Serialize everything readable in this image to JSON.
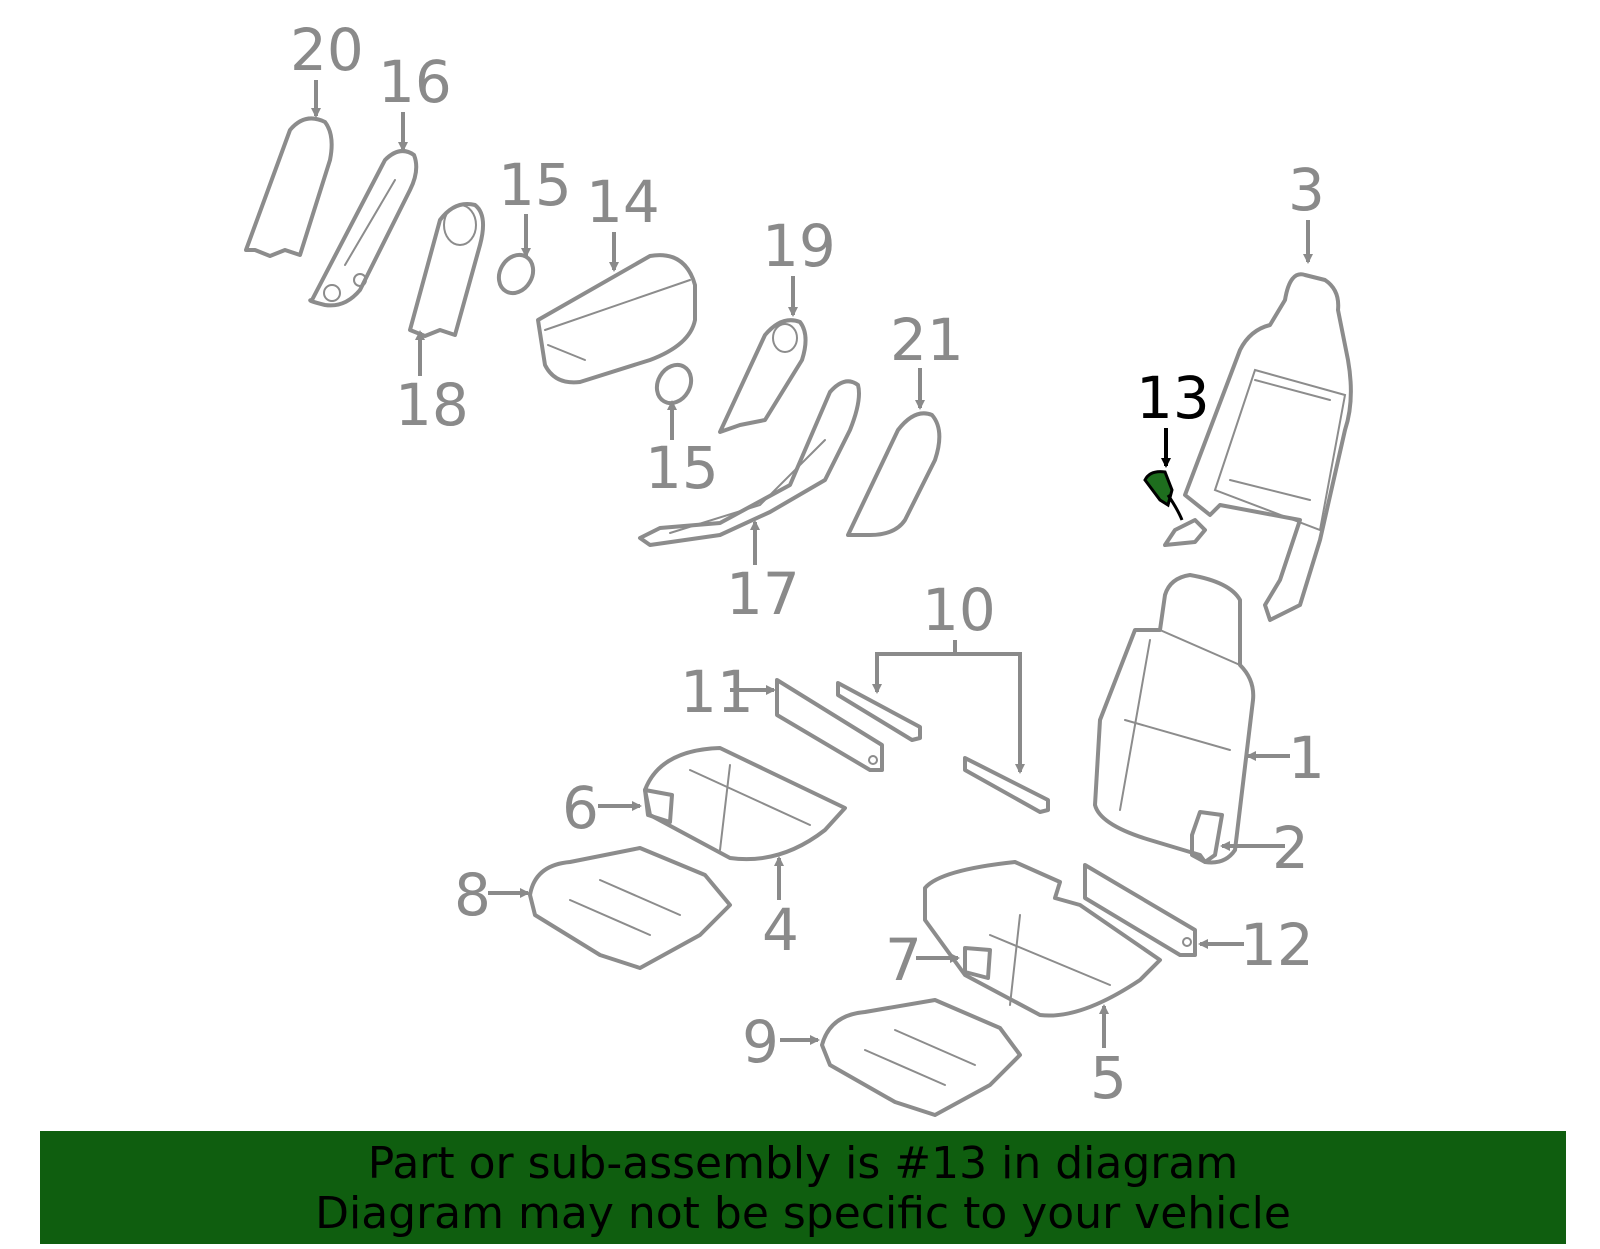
{
  "diagram": {
    "highlighted_part": "13",
    "colors": {
      "label": "#8a8a8a",
      "highlight": "#000000",
      "highlight_part": "#1e6e1e",
      "banner": "#0f5e0f"
    },
    "labels": {
      "p1": "1",
      "p2": "2",
      "p3": "3",
      "p4": "4",
      "p5": "5",
      "p6": "6",
      "p7": "7",
      "p8": "8",
      "p9": "9",
      "p10": "10",
      "p11": "11",
      "p12": "12",
      "p13": "13",
      "p14": "14",
      "p15a": "15",
      "p15b": "15",
      "p16": "16",
      "p17": "17",
      "p18": "18",
      "p19": "19",
      "p20": "20",
      "p21": "21"
    }
  },
  "banner": {
    "line1": "Part or sub-assembly is #13 in diagram",
    "line2": "Diagram may not be specific to your vehicle"
  }
}
